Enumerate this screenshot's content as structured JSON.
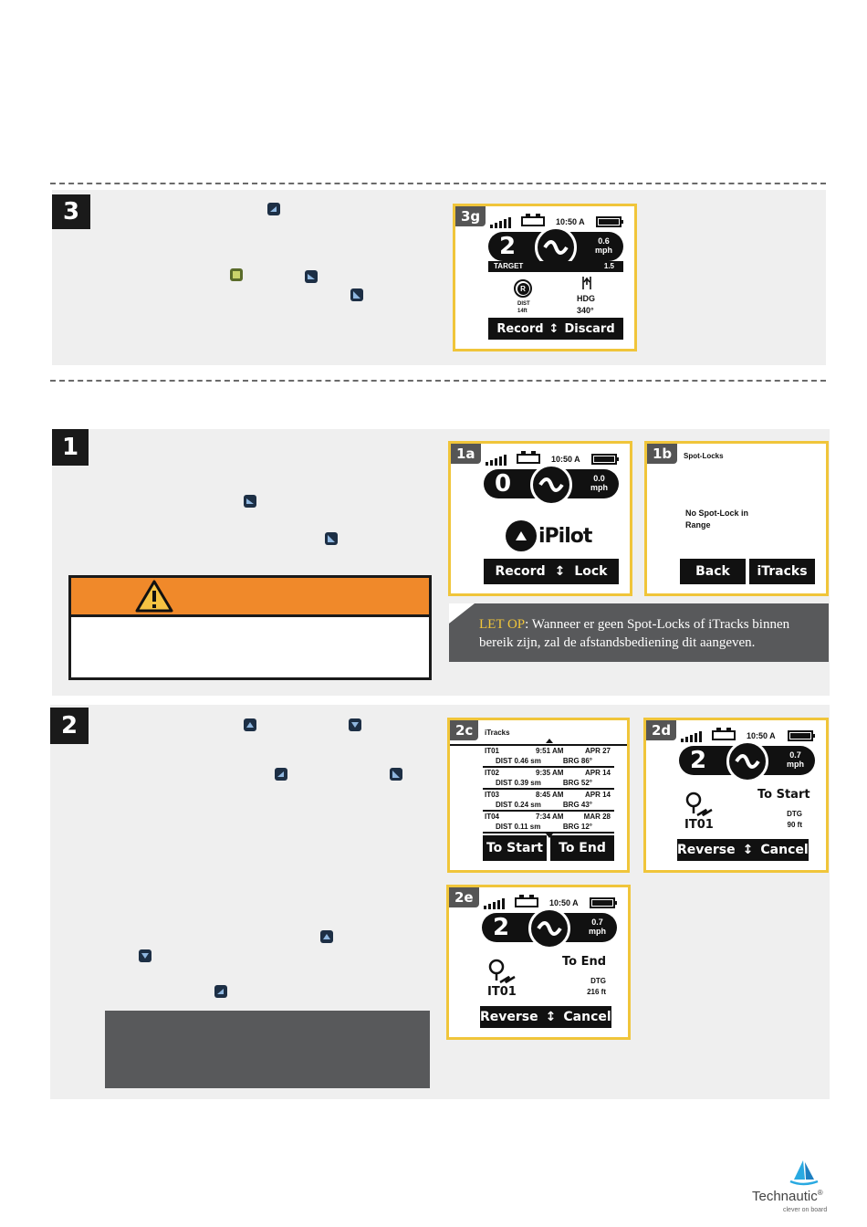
{
  "screens": {
    "s3g": {
      "tag": "3g",
      "time": "10:50 A",
      "big": "2",
      "speed": "0.6",
      "unit": "mph",
      "target_label": "TARGET",
      "target_value": "1.5",
      "dist_label": "DIST",
      "dist_value": "14ft",
      "hdg_label": "HDG",
      "hdg_value": "340°",
      "left_key": "Record",
      "right_key": "Discard"
    },
    "s1a": {
      "tag": "1a",
      "time": "10:50 A",
      "big": "0",
      "speed": "0.0",
      "unit": "mph",
      "logo_text": "iPilot",
      "left_key": "Record",
      "right_key": "Lock"
    },
    "s1b": {
      "tag": "1b",
      "title": "Spot-Locks",
      "message": "No Spot-Lock in Range",
      "left_key": "Back",
      "right_key": "iTracks"
    },
    "s2c": {
      "tag": "2c",
      "title": "iTracks",
      "rows": [
        {
          "id": "IT01",
          "time": "9:51 AM",
          "date": "APR 27",
          "dist": "DIST 0.46 sm",
          "brg": "BRG 86°"
        },
        {
          "id": "IT02",
          "time": "9:35 AM",
          "date": "APR 14",
          "dist": "DIST 0.39 sm",
          "brg": "BRG 52°"
        },
        {
          "id": "IT03",
          "time": "8:45 AM",
          "date": "APR 14",
          "dist": "DIST 0.24 sm",
          "brg": "BRG 43°"
        },
        {
          "id": "IT04",
          "time": "7:34 AM",
          "date": "MAR 28",
          "dist": "DIST 0.11 sm",
          "brg": "BRG 12°"
        }
      ],
      "left_key": "To Start",
      "right_key": "To End"
    },
    "s2d": {
      "tag": "2d",
      "time": "10:50 A",
      "big": "2",
      "speed": "0.7",
      "unit": "mph",
      "dest": "To Start",
      "dtg_label": "DTG",
      "dtg_value": "90 ft",
      "track": "IT01",
      "left_key": "Reverse",
      "right_key": "Cancel"
    },
    "s2e": {
      "tag": "2e",
      "time": "10:50 A",
      "big": "2",
      "speed": "0.7",
      "unit": "mph",
      "dest": "To End",
      "dtg_label": "DTG",
      "dtg_value": "216 ft",
      "track": "IT01",
      "left_key": "Reverse",
      "right_key": "Cancel"
    }
  },
  "steps": {
    "s3": "3",
    "s1": "1",
    "s2": "2"
  },
  "note": {
    "label": "LET OP",
    "text": ": Wanneer er geen  Spot-Locks of iTracks binnen bereik zijn, zal de afstandsbediening dit aangeven."
  },
  "brand": {
    "name": "Technautic",
    "tagline": "clever on board",
    "mark": "®"
  },
  "colors": {
    "accent_yellow": "#f0c53a",
    "warning_orange": "#f0892a",
    "note_gray": "#58595b",
    "panel_bg": "#efefef"
  }
}
